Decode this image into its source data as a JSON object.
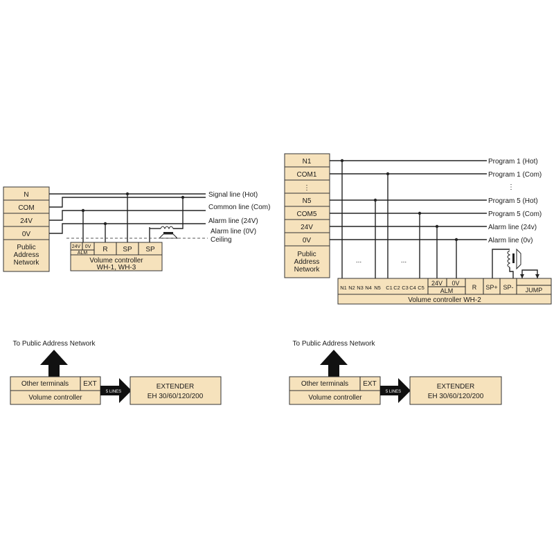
{
  "left_wiring": {
    "network_terminals": [
      "N",
      "COM",
      "24V",
      "0V"
    ],
    "network_label": [
      "Public",
      "Address",
      "Network"
    ],
    "line_labels": {
      "signal": "Signal line (Hot)",
      "common": "Common line (Com)",
      "alarm24": "Alarm line (24V)",
      "alarm0": "Alarm line (0V)",
      "ceiling": "Ceiling"
    },
    "controller": {
      "alm_top": [
        "24V",
        "0V"
      ],
      "alm_label": "ALM",
      "terminals": [
        "R",
        "SP",
        "SP"
      ],
      "name": "Volume controller",
      "models": "WH-1, WH-3"
    }
  },
  "right_wiring": {
    "network_terminals": [
      "N1",
      "COM1",
      "⋮",
      "N5",
      "COM5",
      "24V",
      "0V"
    ],
    "network_label": [
      "Public",
      "Address",
      "Network"
    ],
    "program_labels": {
      "p1_hot": "Program 1 (Hot)",
      "p1_com": "Program 1 (Com)",
      "vdots": "⋮",
      "p5_hot": "Program 5 (Hot)",
      "p5_com": "Program 5  (Com)",
      "alarm24": "Alarm line (24v)",
      "alarm0": "Alarm line (0v)"
    },
    "controller": {
      "terminals": [
        "N1",
        "N2",
        "N3",
        "N4",
        "N5",
        "C1",
        "C2",
        "C3",
        "C4",
        "C5"
      ],
      "ellipsis": "...",
      "alm_top": [
        "24V",
        "0V"
      ],
      "alm_label": "ALM",
      "r": "R",
      "sp_plus": "SP+",
      "sp_minus": "SP-",
      "jump": "JUMP",
      "name": "Volume controller WH-2"
    }
  },
  "extender_blocks": [
    {
      "network_label": "To Public Address Network",
      "other_terminals": "Other terminals",
      "ext": "EXT",
      "controller": "Volume controller",
      "lines": "5 LINES",
      "extender": "EXTENDER",
      "models": "EH 30/60/120/200"
    },
    {
      "network_label": "To Public Address Network",
      "other_terminals": "Other terminals",
      "ext": "EXT",
      "controller": "Volume controller",
      "lines": "5 LINES",
      "extender": "EXTENDER",
      "models": "EH 30/60/120/200"
    }
  ]
}
